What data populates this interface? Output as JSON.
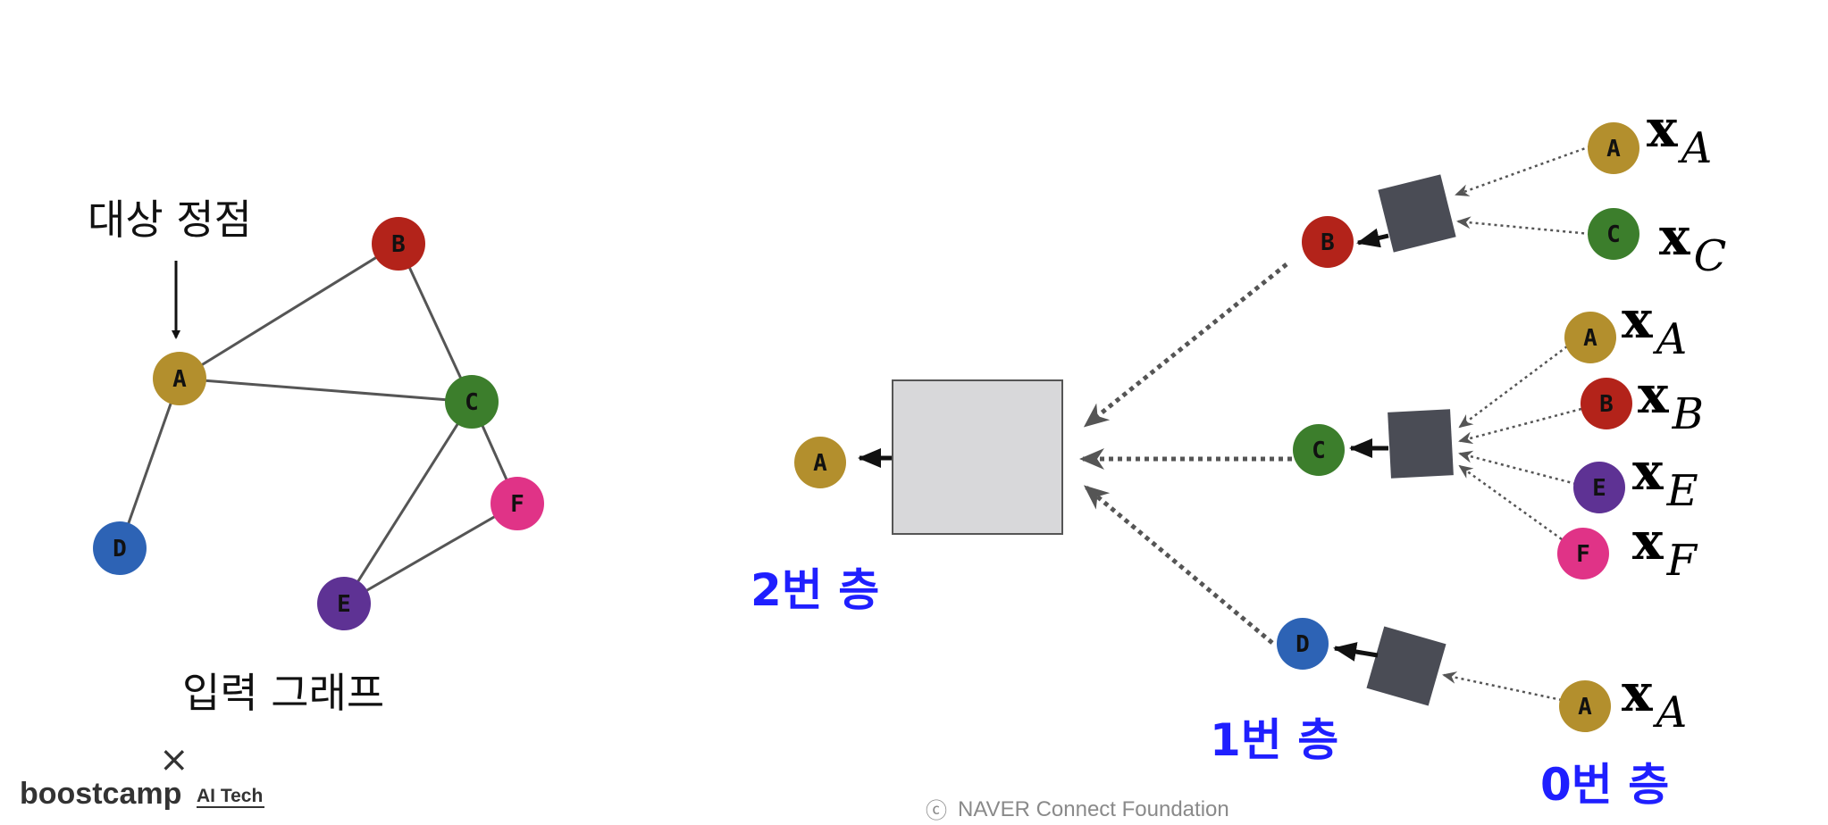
{
  "colors": {
    "A": "#b38f2d",
    "B": "#b3231a",
    "C": "#3c7e2c",
    "D": "#2d63b5",
    "E": "#5e3294",
    "F": "#e03387",
    "aggregator_big": "#d8d8da",
    "aggregator_small": "#4a4c55",
    "layer_label": "#1f1fff",
    "edge": "#555555",
    "arrow": "#555555"
  },
  "input_graph": {
    "target_label": "대상 정점",
    "caption": "입력 그래프",
    "nodes": [
      {
        "id": "A",
        "label": "A",
        "color_key": "A"
      },
      {
        "id": "B",
        "label": "B",
        "color_key": "B"
      },
      {
        "id": "C",
        "label": "C",
        "color_key": "C"
      },
      {
        "id": "D",
        "label": "D",
        "color_key": "D"
      },
      {
        "id": "E",
        "label": "E",
        "color_key": "E"
      },
      {
        "id": "F",
        "label": "F",
        "color_key": "F"
      }
    ],
    "edges": [
      [
        "A",
        "B"
      ],
      [
        "A",
        "C"
      ],
      [
        "B",
        "C"
      ],
      [
        "A",
        "D"
      ],
      [
        "C",
        "E"
      ],
      [
        "C",
        "F"
      ],
      [
        "E",
        "F"
      ]
    ]
  },
  "computation_graph": {
    "layer2_label": "2번 층",
    "layer1_label": "1번 층",
    "layer0_label": "0번 층",
    "output_node": {
      "id": "A",
      "label": "A"
    },
    "layer1_nodes": [
      {
        "id": "B",
        "label": "B"
      },
      {
        "id": "C",
        "label": "C"
      },
      {
        "id": "D",
        "label": "D"
      }
    ],
    "layer0_groups": [
      {
        "parent": "B",
        "nodes": [
          {
            "label": "A",
            "feature": "x",
            "sub": "A"
          },
          {
            "label": "C",
            "feature": "x",
            "sub": "C"
          }
        ]
      },
      {
        "parent": "C",
        "nodes": [
          {
            "label": "A",
            "feature": "x",
            "sub": "A"
          },
          {
            "label": "B",
            "feature": "x",
            "sub": "B"
          },
          {
            "label": "E",
            "feature": "x",
            "sub": "E"
          },
          {
            "label": "F",
            "feature": "x",
            "sub": "F"
          }
        ]
      },
      {
        "parent": "D",
        "nodes": [
          {
            "label": "A",
            "feature": "x",
            "sub": "A"
          }
        ]
      }
    ]
  },
  "branding": {
    "cross": "×",
    "name": "boostcamp",
    "suffix": "AI Tech"
  },
  "footer": {
    "copyright_symbol": "ⓒ",
    "text": "NAVER Connect Foundation"
  }
}
